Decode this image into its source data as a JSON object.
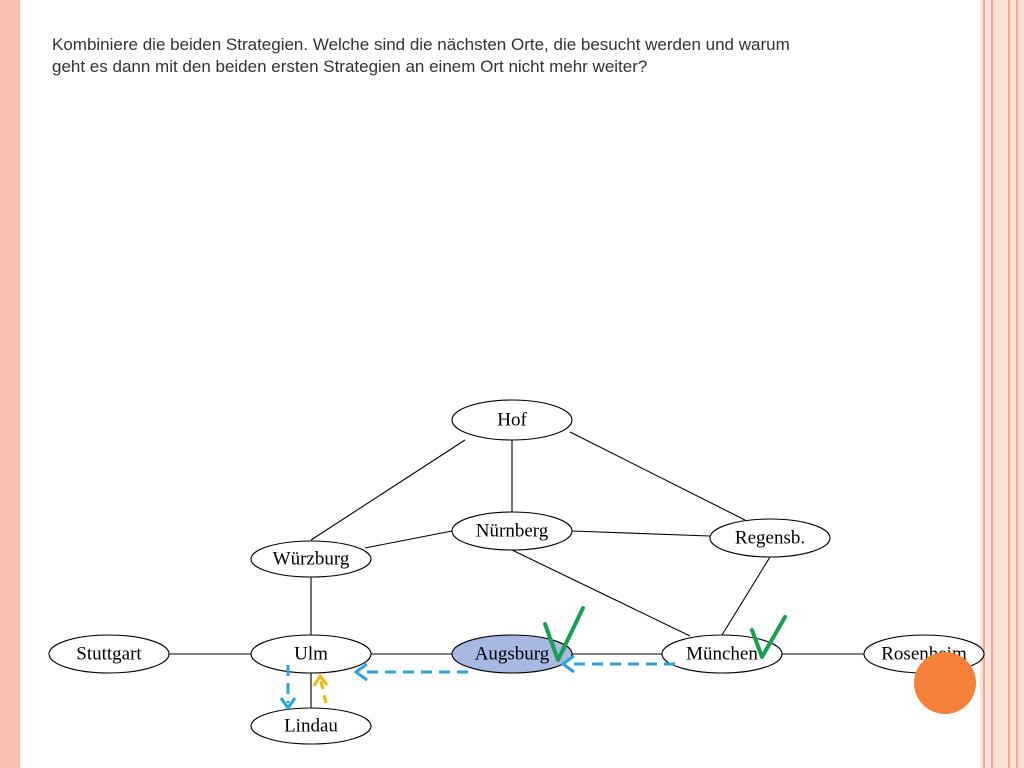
{
  "question": {
    "line_1": "Kombiniere die beiden Strategien. Welche sind die nächsten Orte, die besucht werden und warum",
    "line_2": "geht es dann mit den beiden ersten Strategien an einem Ort nicht mehr weiter?"
  },
  "graph": {
    "nodes": [
      {
        "label": "Hof"
      },
      {
        "label": "Nürnberg"
      },
      {
        "label": "Regensb."
      },
      {
        "label": "Würzburg"
      },
      {
        "label": "Stuttgart"
      },
      {
        "label": "Ulm"
      },
      {
        "label": "Augsburg",
        "highlighted": true
      },
      {
        "label": "München"
      },
      {
        "label": "Rosenheim"
      },
      {
        "label": "Lindau"
      }
    ],
    "edges": [
      [
        "Hof",
        "Würzburg"
      ],
      [
        "Hof",
        "Nürnberg"
      ],
      [
        "Hof",
        "Regensb."
      ],
      [
        "Nürnberg",
        "Würzburg"
      ],
      [
        "Nürnberg",
        "Regensb."
      ],
      [
        "Nürnberg",
        "München"
      ],
      [
        "Regensb.",
        "München"
      ],
      [
        "Würzburg",
        "Ulm"
      ],
      [
        "Stuttgart",
        "Ulm"
      ],
      [
        "Ulm",
        "Augsburg"
      ],
      [
        "Augsburg",
        "München"
      ],
      [
        "München",
        "Rosenheim"
      ],
      [
        "Ulm",
        "Lindau"
      ]
    ],
    "annotations": {
      "blue_arrows": [
        [
          "München",
          "Augsburg"
        ],
        [
          "Augsburg",
          "Ulm"
        ],
        [
          "Ulm",
          "Lindau"
        ]
      ],
      "yellow_arrows": [
        [
          "Lindau",
          "Ulm"
        ]
      ],
      "check_marks": [
        "Augsburg",
        "München"
      ],
      "orange_marker": "Rosenheim"
    }
  },
  "colors": {
    "highlight_node": "#a7b8e2",
    "blue_arrow": "#2ba3dd",
    "yellow_arrow": "#f2b612",
    "check_mark": "#16a150",
    "orange_marker": "#f5813b",
    "side_band": "#f7c3b0"
  }
}
